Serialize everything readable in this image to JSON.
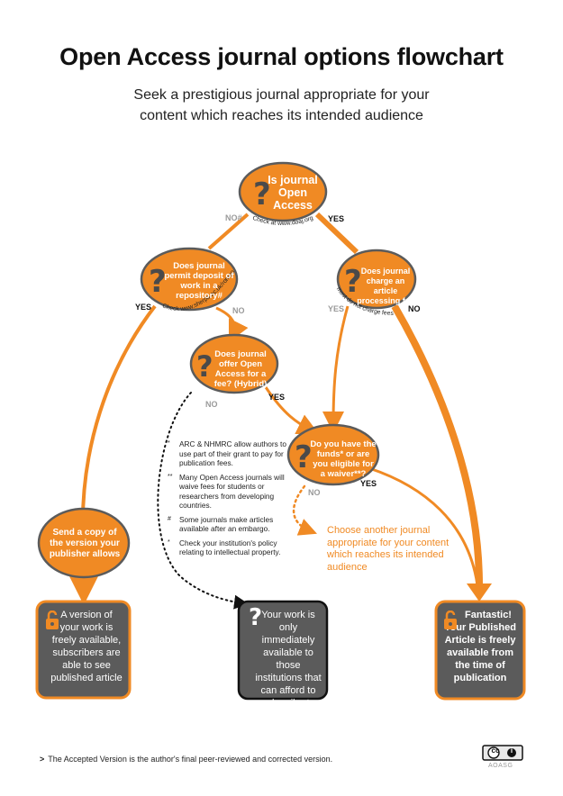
{
  "title": "Open Access journal options flowchart",
  "subtitle_line1": "Seek a prestigious journal appropriate for your",
  "subtitle_line2": "content which reaches its intended audience",
  "colors": {
    "orange": "#f08a24",
    "dark_grey": "#5b5b5b",
    "question_mark": "#4a4a4a"
  },
  "nodes": {
    "is_oa": {
      "text": "Is journal Open Access",
      "note": "Check at www.doaj.org"
    },
    "permit_deposit": {
      "text": "Does journal permit deposit of work in a repository#",
      "note": "Check www.sherpa.ac.uk/romeo"
    },
    "charge_fee": {
      "text": "Does journal charge an article processing fee",
      "note": "most do not charge fees"
    },
    "hybrid": {
      "text": "Does journal offer Open Access for a fee? (Hybrid)"
    },
    "funds": {
      "text": "Do you have the funds* or are you eligible for a waiver**?"
    },
    "send_copy": {
      "text": "Send a copy of the version your publisher allows"
    }
  },
  "edge_labels": {
    "is_oa_no": "NO#",
    "is_oa_yes": "YES",
    "permit_yes": "YES",
    "permit_no": "NO",
    "charge_yes": "YES",
    "charge_no": "NO",
    "hybrid_yes": "YES",
    "hybrid_no": "NO",
    "funds_yes": "YES",
    "funds_no": "NO"
  },
  "question_mark": "?",
  "outcomes": {
    "green": {
      "text": "A version of your work is freely available, subscribers are able to see published article",
      "icon": "open-lock-icon"
    },
    "closed": {
      "text": "Your work is only immediately available to those institutions that can afford to subscribe to this journal"
    },
    "gold": {
      "heading": "Fantastic!",
      "text": "Your Published Article is freely available from the time of publication",
      "icon": "open-lock-icon"
    },
    "choose_another": "Choose another journal appropriate for your content which reaches its intended audience"
  },
  "notes": [
    {
      "marker": "*",
      "text": "ARC & NHMRC allow authors to use part of their grant to pay for publication fees."
    },
    {
      "marker": "**",
      "text": "Many Open Access journals will waive fees for students or researchers from developing countries."
    },
    {
      "marker": "#",
      "text": "Some journals make articles available after an embargo."
    },
    {
      "marker": "*",
      "text": "Check your institution's policy relating to intellectual property."
    }
  ],
  "footer": {
    "marker": ">",
    "text": "The Accepted Version is the author's final peer-reviewed and corrected version."
  },
  "license": {
    "cc": "cc",
    "by": "i",
    "org": "AOASG"
  }
}
